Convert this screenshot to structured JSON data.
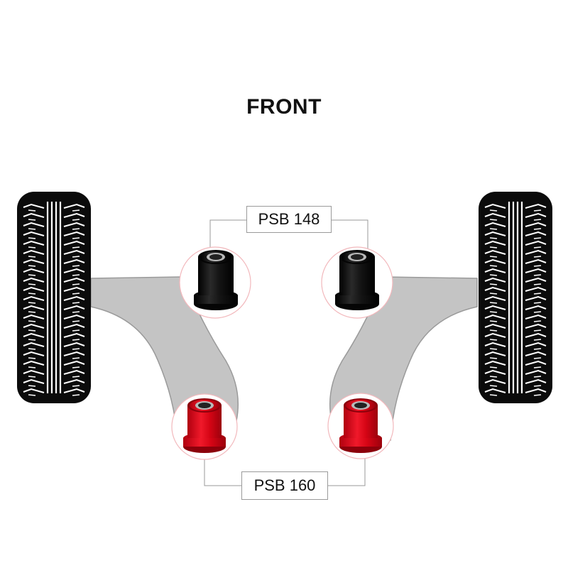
{
  "heading": "FRONT",
  "labels": {
    "upper_bushing": "PSB 148",
    "lower_bushing": "PSB 160"
  },
  "colors": {
    "arm": "#c4c4c4",
    "arm_outline": "#9a9a9a",
    "tire": "#0b0b0b",
    "tread": "#ffffff",
    "upper_bushing": "#111111",
    "lower_bushing": "#e0061a",
    "callout_line": "#9a9a9a",
    "highlight_ring": "#f2b8bc"
  },
  "icons": [
    "tire-icon",
    "bushing-icon"
  ]
}
